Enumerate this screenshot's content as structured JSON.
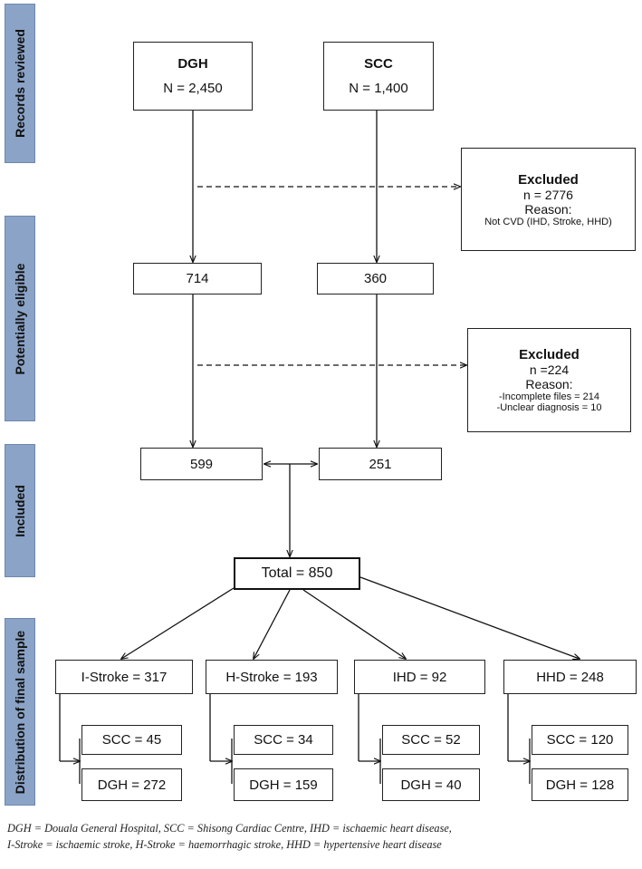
{
  "sidebar": {
    "records": "Records reviewed",
    "eligible": "Potentially eligible",
    "included": "Included",
    "distribution": "Distribution of final sample"
  },
  "records": {
    "dgh": {
      "name": "DGH",
      "count": "N = 2,450"
    },
    "scc": {
      "name": "SCC",
      "count": "N = 1,400"
    }
  },
  "excluded1": {
    "title": "Excluded",
    "count": "n = 2776",
    "reason_label": "Reason:",
    "reasons": [
      "Not CVD (IHD, Stroke, HHD)"
    ]
  },
  "eligible": {
    "dgh": "714",
    "scc": "360"
  },
  "excluded2": {
    "title": "Excluded",
    "count": "n =224",
    "reason_label": "Reason:",
    "reasons": [
      "-Incomplete files = 214",
      "-Unclear diagnosis = 10"
    ]
  },
  "included": {
    "dgh": "599",
    "scc": "251"
  },
  "total": "Total = 850",
  "groups": [
    {
      "label": "I-Stroke = 317",
      "scc": "SCC = 45",
      "dgh": "DGH = 272"
    },
    {
      "label": "H-Stroke = 193",
      "scc": "SCC = 34",
      "dgh": "DGH = 159"
    },
    {
      "label": "IHD = 92",
      "scc": "SCC = 52",
      "dgh": "DGH = 40"
    },
    {
      "label": "HHD = 248",
      "scc": "SCC = 120",
      "dgh": "DGH = 128"
    }
  ],
  "footnote": [
    "DGH = Douala General Hospital, SCC = Shisong Cardiac Centre, IHD = ischaemic heart disease,",
    "I-Stroke = ischaemic stroke, H-Stroke = haemorrhagic stroke, HHD = hypertensive heart disease"
  ]
}
